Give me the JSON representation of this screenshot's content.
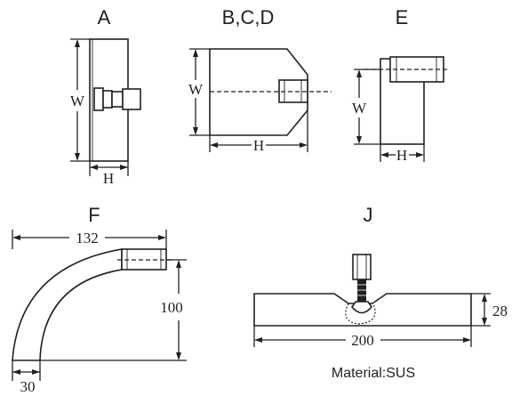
{
  "labels": {
    "a": "A",
    "bcd": "B,C,D",
    "e": "E",
    "f": "F",
    "j": "J"
  },
  "dims": {
    "a_w": "W",
    "a_h": "H",
    "bcd_w": "W",
    "bcd_h": "H",
    "e_w": "W",
    "e_h": "H",
    "f_width": "132",
    "f_height": "100",
    "f_thick": "30",
    "j_length": "200",
    "j_height": "28"
  },
  "material": "Material:SUS",
  "colors": {
    "ink": "#231f20",
    "background": "#ffffff"
  }
}
